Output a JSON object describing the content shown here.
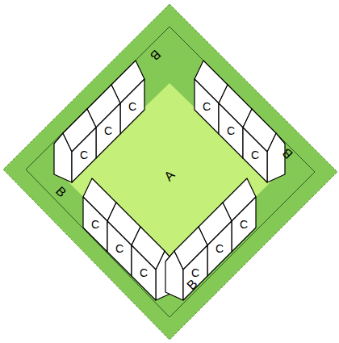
{
  "diagram": {
    "labels": [
      "B",
      "C",
      "C",
      "C",
      "C",
      "C",
      "C",
      "B",
      "A",
      "B",
      "C",
      "C",
      "C",
      "C",
      "C",
      "C",
      "B"
    ]
  }
}
